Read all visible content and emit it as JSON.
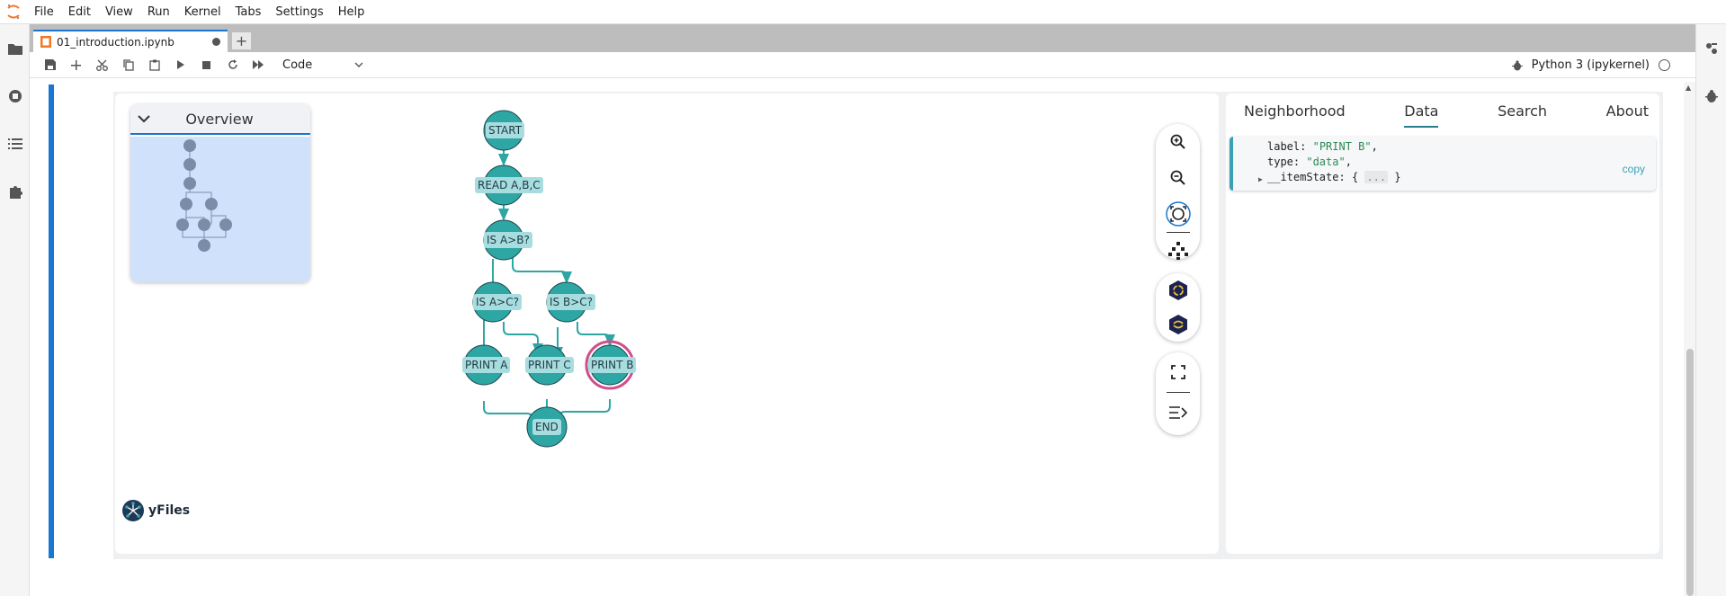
{
  "menubar": {
    "items": [
      "File",
      "Edit",
      "View",
      "Run",
      "Kernel",
      "Tabs",
      "Settings",
      "Help"
    ]
  },
  "left_sidebar": {
    "icons": [
      "folder-icon",
      "running-icon",
      "toc-icon",
      "extension-icon"
    ]
  },
  "right_sidebar": {
    "icons": [
      "property-inspector-icon",
      "debugger-icon"
    ]
  },
  "tabs": {
    "active_tab": "01_introduction.ipynb",
    "new_tab_label": "+"
  },
  "toolbar": {
    "buttons": [
      "save",
      "insert-cell",
      "cut",
      "copy",
      "paste",
      "run",
      "interrupt",
      "restart",
      "run-all"
    ],
    "cell_type": "Code",
    "kernel_name": "Python 3 (ipykernel)"
  },
  "overview": {
    "title": "Overview"
  },
  "graph": {
    "nodes": [
      {
        "id": "start",
        "label": "START"
      },
      {
        "id": "read",
        "label": "READ A,B,C"
      },
      {
        "id": "ab",
        "label": "IS A>B?"
      },
      {
        "id": "ac",
        "label": "IS A>C?"
      },
      {
        "id": "bc",
        "label": "IS B>C?"
      },
      {
        "id": "pa",
        "label": "PRINT A"
      },
      {
        "id": "pc",
        "label": "PRINT C"
      },
      {
        "id": "pb",
        "label": "PRINT B",
        "selected": true
      },
      {
        "id": "end",
        "label": "END"
      }
    ],
    "colors": {
      "node": "#2ea6a3",
      "edge": "#2ea6a3",
      "selection": "#d34c8a",
      "label_bg": "#a8dde0"
    }
  },
  "controls": {
    "group1": [
      "zoom-in-icon",
      "zoom-out-icon",
      "fit-content-icon",
      "layout-icon"
    ],
    "group2": [
      "neighborhood-icon",
      "layout-radial-icon"
    ],
    "group3": [
      "fullscreen-icon",
      "toggle-sidebar-icon"
    ]
  },
  "branding": {
    "logo_text": "yFiles"
  },
  "data_panel": {
    "tabs": [
      "Neighborhood",
      "Data",
      "Search",
      "About"
    ],
    "active_tab": "Data",
    "json": {
      "label_key": "label:",
      "label_val": "\"PRINT B\"",
      "type_key": "type:",
      "type_val": "\"data\"",
      "state_key": "__itemState:",
      "state_open": "{",
      "state_fold": "...",
      "state_close": "}"
    },
    "copy_label": "copy"
  }
}
